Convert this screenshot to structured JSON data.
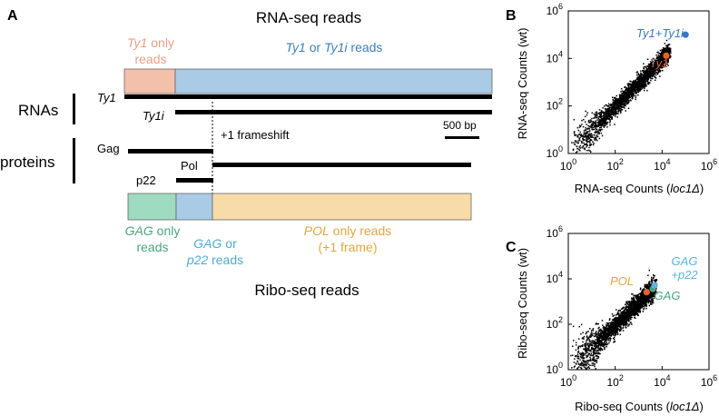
{
  "panel_a": {
    "label": "A",
    "top_title": "RNA-seq reads",
    "bottom_title": "Ribo-seq reads",
    "ty1_only": {
      "line1_italic": "Ty1",
      "line1_rest": " only",
      "line2": "reads",
      "color": "#e8a183"
    },
    "ty1_or_ty1i": {
      "a": "Ty1",
      "b": " or ",
      "c": "Ty1i",
      "d": " reads",
      "color": "#3f7fb5"
    },
    "rnas_label": "RNAs",
    "proteins_label": "proteins",
    "ty1_label": "Ty1",
    "ty1i_label": "Ty1i",
    "frameshift_label": "+1 frameshift",
    "scale_label": "500 bp",
    "gag_label": "Gag",
    "pol_label": "Pol",
    "p22_label": "p22",
    "gag_only": {
      "line1_italic": "GAG",
      "line1_rest": " only",
      "line2": "reads",
      "color": "#4aa57d"
    },
    "gag_or_p22": {
      "line1_italic": "GAG",
      "line1_rest": " or",
      "line2_italic": "p22",
      "line2_rest": " reads",
      "color": "#4ea9d6"
    },
    "pol_only": {
      "line1_italic": "POL",
      "line1_rest": " only reads",
      "line2": "(+1 frame)",
      "color": "#e0a640"
    },
    "box_colors": {
      "ty1_only": "#f3c0aa",
      "ty1_or_ty1i": "#a9cbe6",
      "gag_only": "#9edbc0",
      "gag_or_p22": "#a9cbe6",
      "pol_only": "#f7dba8"
    }
  },
  "chart_data": [
    {
      "panel": "B",
      "type": "scatter",
      "scale": "log",
      "xlabel_text": "RNA-seq Counts (",
      "xlabel_italic": "loc1Δ",
      "xlabel_close": ")",
      "ylabel": "RNA-seq Counts (wt)",
      "xlim": [
        1,
        1000000
      ],
      "ylim": [
        1,
        1000000
      ],
      "tick_exponents": [
        0,
        2,
        4,
        6
      ],
      "highlights": [
        {
          "label": "Ty1+Ty1i",
          "x": 100000,
          "y": 100000,
          "color": "#3a78c2"
        },
        {
          "label": "Ty1",
          "x": 15000,
          "y": 13000,
          "color": "#e0642b"
        }
      ],
      "trend": {
        "x_range": [
          1.2,
          20000
        ],
        "log_spread": 0.18
      }
    },
    {
      "panel": "C",
      "type": "scatter",
      "scale": "log",
      "xlabel_text": "Ribo-seq Counts (",
      "xlabel_italic": "loc1Δ",
      "xlabel_close": ")",
      "ylabel": "Ribo-seq Counts (wt)",
      "xlim": [
        1,
        1000000
      ],
      "ylim": [
        1,
        1000000
      ],
      "tick_exponents": [
        0,
        2,
        4,
        6
      ],
      "highlights": [
        {
          "label": "POL",
          "x": 2200,
          "y": 2600,
          "color": "#e0642b"
        },
        {
          "label": "GAG",
          "x": 4000,
          "y": 3600,
          "color": "#4aa57d"
        },
        {
          "label": "GAG\n+p22",
          "x": 4800,
          "y": 5200,
          "color": "#5bb6de"
        }
      ],
      "label_colors": {
        "POL": "#e0a640",
        "GAG": "#4aa57d",
        "GAG+p22": "#5bb6de"
      },
      "trend": {
        "x_range": [
          1.2,
          5000
        ],
        "log_spread": 0.22
      }
    }
  ]
}
